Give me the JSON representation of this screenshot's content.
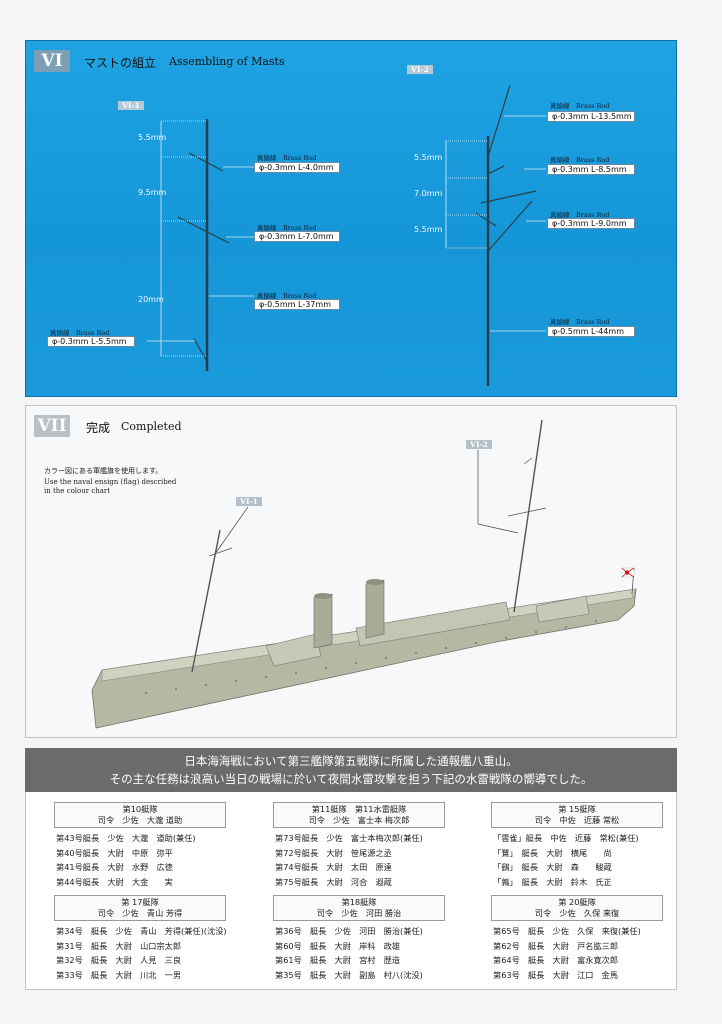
{
  "section_vi": {
    "num": "VI",
    "title_jp": "マストの組立",
    "title_en": "Assembling of Masts",
    "vi1": {
      "tag": "VI-1",
      "dims": [
        "5.5mm",
        "9.5mm",
        "20mm"
      ],
      "parts": [
        {
          "name": "真鍮線　Brass Rod",
          "spec": "φ-0.3mm  L-4.0mm"
        },
        {
          "name": "真鍮線　Brass Rod",
          "spec": "φ-0.3mm  L-7.0mm"
        },
        {
          "name": "真鍮線　Brass Rod",
          "spec": "φ-0.5mm  L-37mm"
        },
        {
          "name": "真鍮線　Brass Rod",
          "spec": "φ-0.3mm  L-5.5mm"
        }
      ]
    },
    "vi2": {
      "tag": "VI-2",
      "dims": [
        "5.5mm",
        "7.0mm",
        "5.5mm"
      ],
      "parts": [
        {
          "name": "真鍮線　Brass Rod",
          "spec": "φ-0.3mm  L-13.5mm"
        },
        {
          "name": "真鍮線　Brass Rod",
          "spec": "φ-0.3mm  L-8.5mm"
        },
        {
          "name": "真鍮線　Brass Rod",
          "spec": "φ-0.3mm  L-9.0mm"
        },
        {
          "name": "真鍮線　Brass Rod",
          "spec": "φ-0.5mm  L-44mm"
        }
      ]
    }
  },
  "section_vii": {
    "num": "VII",
    "title_jp": "完成",
    "title_en": "Completed",
    "note_jp": "カラー図にある軍艦旗を使用します。",
    "note_en": [
      "Use the naval ensign (flag) described",
      "in the colour chart"
    ],
    "tag_vi1": "VI-1",
    "tag_vi2": "VI-2"
  },
  "banner": {
    "line1": "日本海海戦において第三艦隊第五戦隊に所属した通報艦八重山。",
    "line2": "その主な任務は浪高い当日の戦場に於いて夜間水雷攻撃を担う下記の水雷戦隊の嚮導でした。"
  },
  "squadrons": [
    {
      "title": "第10艇隊",
      "commander": "司令　少佐　大瀧 道助",
      "rows": [
        "第43号艇長　少佐　大瀧　道助(兼任)",
        "第40号艇長　大尉　中原　弥平",
        "第41号艇長　大尉　水野　広徳",
        "第44号艇長　大尉　大金　　実"
      ]
    },
    {
      "title": "第11艇隊　第11水雷艇隊",
      "commander": "司令　少佐　富士本 梅次郎",
      "rows": [
        "第73号艇長　少佐　富士本梅次郎(兼任)",
        "第72号艇長　大尉　笹尾源之丞",
        "第74号艇長　大尉　太田　原遠",
        "第75号艇長　大尉　河合　遐蔵"
      ]
    },
    {
      "title": "第 15艇隊",
      "commander": "司令　中佐　近藤 常松",
      "rows": [
        "「雲雀」艇長　中佐　近藤　常松(兼任)",
        "「鷺」　艇長　大尉　横尾　　尚",
        "「鷂」　艇長　大尉　森　　駿蔵",
        "「鶉」　艇長　大尉　鈴木　氏正"
      ]
    },
    {
      "title": "第 17艇隊",
      "commander": "司令　少佐　青山 芳得",
      "rows": [
        "第34号　艇長　少佐　青山　芳得(兼任)(沈没)",
        "第31号　艇長　大尉　山口宗太郎",
        "第32号　艇長　大尉　人見　三良",
        "第33号　艇長　大尉　川北　一男"
      ]
    },
    {
      "title": "第18艇隊",
      "commander": "司令　少佐　河田 勝治",
      "rows": [
        "第36号　艇長　少佐　河田　勝治(兼任)",
        "第60号　艇長　大尉　岸科　政雄",
        "第61号　艇長　大尉　宮村　歴造",
        "第35号　艇長　大尉　副島　村八(沈没)"
      ]
    },
    {
      "title": "第 20艇隊",
      "commander": "司令　少佐　久保 来復",
      "rows": [
        "第65号　艇長　少佐　久保　来復(兼任)",
        "第62号　艇長　大尉　戸名肱三郎",
        "第64号　艇長　大尉　富永寛次郎",
        "第63号　艇長　大尉　江口　金馬"
      ]
    }
  ]
}
